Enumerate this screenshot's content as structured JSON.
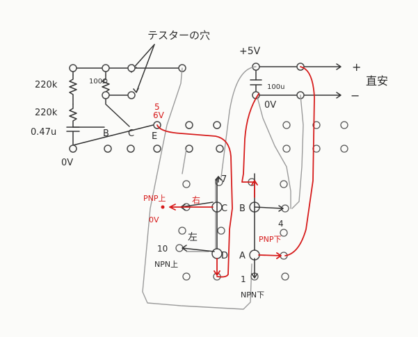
{
  "labels": {
    "tester_holes": "テスターの穴",
    "r1": "220k",
    "r2": "220k",
    "r_small": "100Ω",
    "cap_left": "0.47u",
    "zero_v_left": "0V",
    "left_b": "B",
    "left_c": "C",
    "left_e": "E",
    "five_v_left_num": "5",
    "five_v_left": "6V",
    "plus5v": "+5V",
    "cap_right": "100u",
    "zero_v_right": "0V",
    "plus_sign": "+",
    "minus_sign": "−",
    "dc_stab": "直安",
    "pin7": "7",
    "pnp_up": "PNP上",
    "pnp_up_0v": "0V",
    "right_arrow_label": "右",
    "node_c": "C",
    "node_b": "B",
    "pin4": "4",
    "left_label": "左",
    "pin10": "10",
    "npn_up": "NPN上",
    "node_d": "D",
    "node_a": "A",
    "pnp_down": "PNP下",
    "pin1": "1",
    "npn_down": "NPN下"
  },
  "colors": {
    "ink": "#333333",
    "pencil": "#9a9a9a",
    "red_pen": "#d61a1a",
    "paper": "#fbfbf9"
  }
}
